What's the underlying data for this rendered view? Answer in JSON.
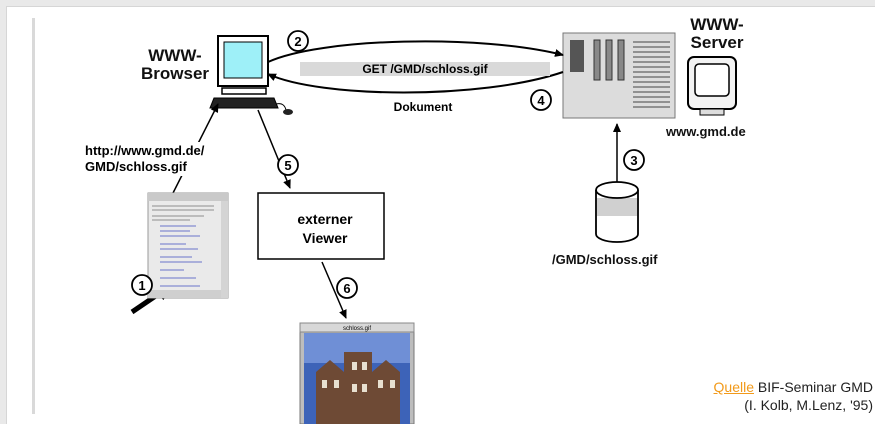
{
  "labels": {
    "browser": [
      "WWW-",
      "Browser"
    ],
    "server": [
      "WWW-",
      "Server"
    ],
    "server_host": "www.gmd.de",
    "request": "GET /GMD/schloss.gif",
    "response": "Dokument",
    "url": [
      "http://www.gmd.de/",
      "GMD/schloss.gif"
    ],
    "viewer": [
      "externer",
      "Viewer"
    ],
    "file": "/GMD/schloss.gif",
    "image_window_title": "schloss.gif"
  },
  "steps": [
    "1",
    "2",
    "3",
    "4",
    "5",
    "6"
  ],
  "source": {
    "link": "Quelle",
    "line1": " BIF-Seminar GMD",
    "line2": "(I. Kolb, M.Lenz, '95)"
  },
  "colors": {
    "screen": "#9ef0f8",
    "link": "#f29a1a",
    "photo_sky": "#3d63b8",
    "photo_castle": "#6e4a35"
  }
}
